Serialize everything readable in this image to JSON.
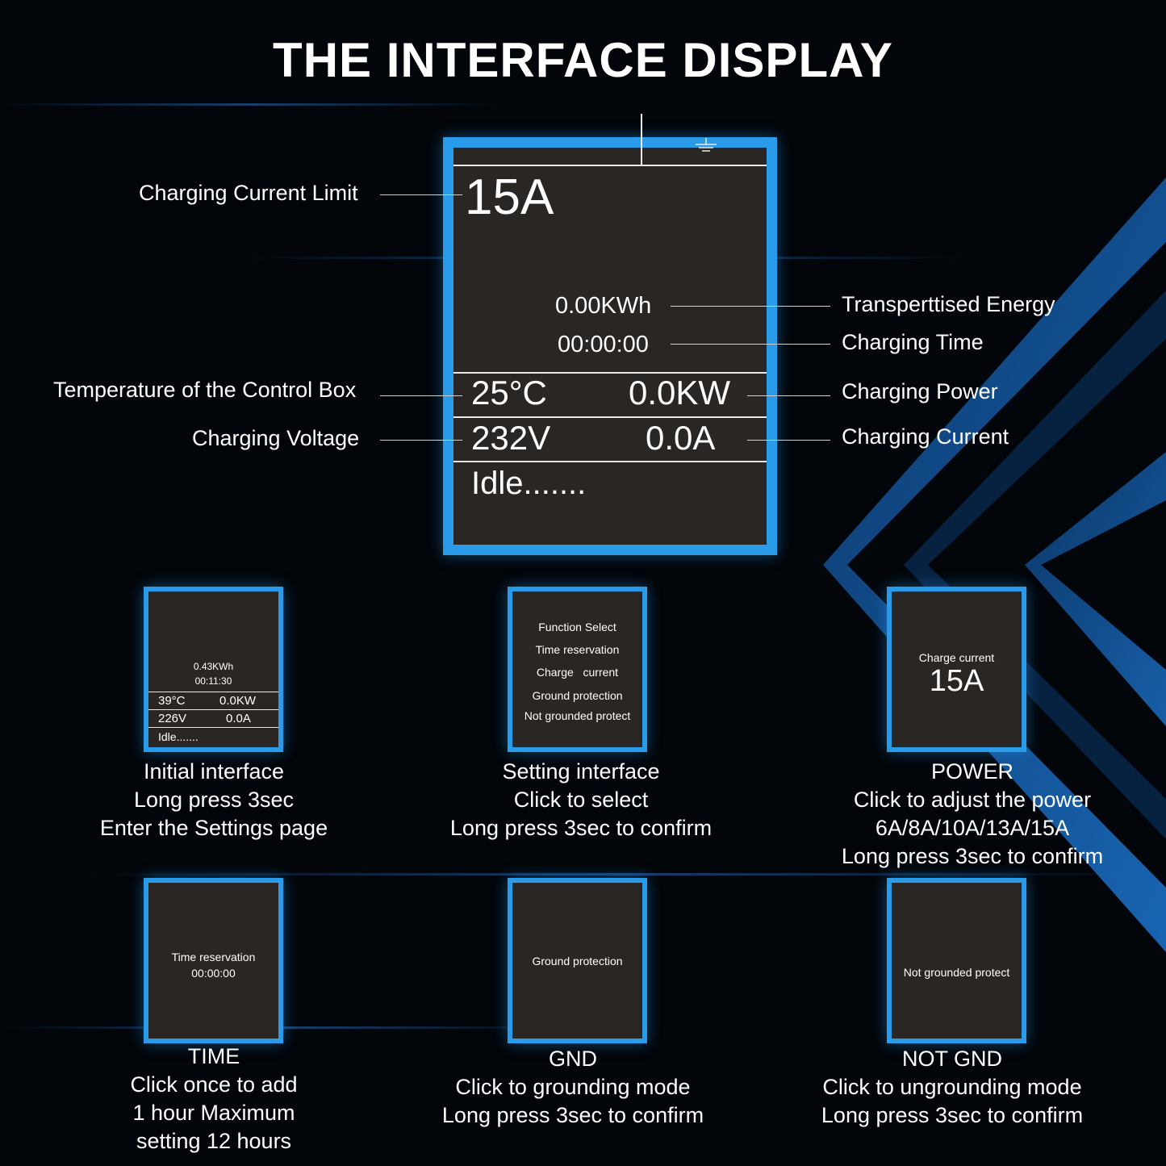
{
  "title": "THE INTERFACE DISPLAY",
  "colors": {
    "background": "#020509",
    "screen": "#2a2623",
    "frame": "#2a9be8",
    "text": "#ffffff"
  },
  "main_display": {
    "current_limit": "15A",
    "energy": "0.00KWh",
    "time": "00:00:00",
    "temperature": "25°C",
    "power": "0.0KW",
    "voltage": "232V",
    "current": "0.0A",
    "status": "Idle.......",
    "ground_icon": "ground-symbol-icon"
  },
  "callouts": {
    "current_limit": "Charging Current Limit",
    "energy": "Transperttised Energy",
    "time": "Charging Time",
    "temperature": "Temperature of the Control Box",
    "power": "Charging Power",
    "voltage": "Charging Voltage",
    "current": "Charging Current"
  },
  "screens": {
    "initial": {
      "energy": "0.43KWh",
      "time": "00:11:30",
      "temperature": "39°C",
      "power": "0.0KW",
      "voltage": "226V",
      "current": "0.0A",
      "status": "Idle.......",
      "caption": [
        "Initial interface",
        "Long press 3sec",
        "Enter the Settings page"
      ]
    },
    "setting": {
      "items": [
        "Function Select",
        "Time reservation",
        "Charge   current",
        "Ground protection",
        "Not grounded protect"
      ],
      "caption": [
        "Setting interface",
        "Click to select",
        "Long press 3sec to confirm"
      ]
    },
    "power": {
      "label": "Charge current",
      "value": "15A",
      "caption": [
        "POWER",
        "Click to adjust the power",
        "6A/8A/10A/13A/15A",
        "Long press 3sec to confirm"
      ]
    },
    "time": {
      "label": "Time reservation",
      "value": "00:00:00",
      "caption": [
        "TIME",
        "Click once to add",
        "1 hour Maximum",
        "setting 12 hours"
      ]
    },
    "gnd": {
      "label": "Ground protection",
      "caption": [
        "GND",
        "Click to grounding mode",
        "Long press 3sec to confirm"
      ]
    },
    "not_gnd": {
      "label": "Not grounded protect",
      "caption": [
        "NOT GND",
        "Click to ungrounding mode",
        "Long press 3sec to confirm"
      ]
    }
  }
}
